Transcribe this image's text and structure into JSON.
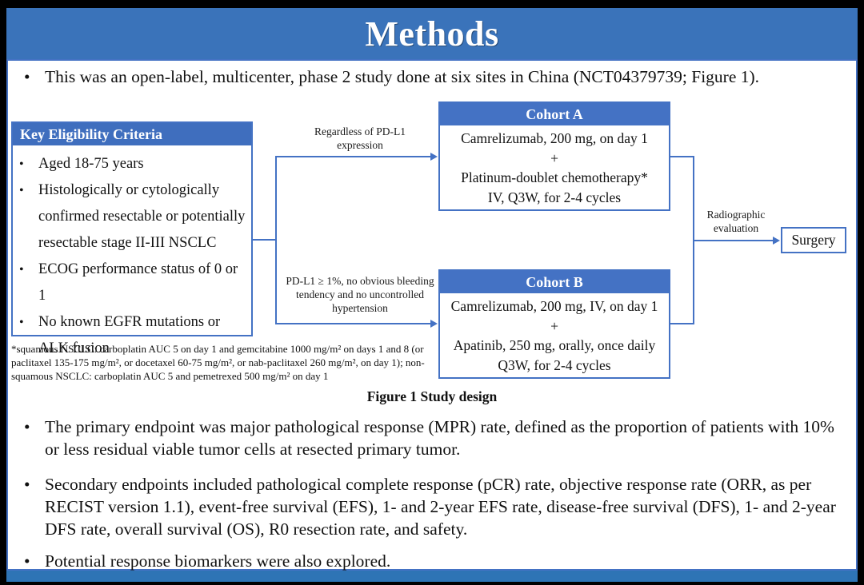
{
  "glyphs": {
    "bullet": "•"
  },
  "colors": {
    "background": "#000000",
    "title_bar": "#3a73ba",
    "box_header": "#4472c4",
    "line": "#4472c4",
    "footer_bar": "#2e74b5"
  },
  "slide": {
    "title": "Methods",
    "bullets": {
      "intro": "This was an open-label, multicenter, phase 2 study done at six sites in China (NCT04379739; Figure 1).",
      "primary": "The primary endpoint was major pathological response (MPR) rate, defined as the proportion of patients with 10% or less residual viable tumor cells at resected primary tumor.",
      "secondary": "Secondary endpoints included pathological complete response (pCR) rate, objective response rate (ORR, as per RECIST version 1.1), event-free survival (EFS), 1- and 2-year EFS rate, disease-free survival (DFS), 1- and 2-year DFS rate, overall survival (OS), R0 resection rate, and safety.",
      "biomarkers": "Potential response biomarkers were also explored."
    }
  },
  "figure": {
    "caption": "Figure 1 Study design",
    "eligibility": {
      "header": "Key Eligibility Criteria",
      "items": [
        "Aged 18-75 years",
        "Histologically or cytologically confirmed resectable or potentially resectable stage II-III NSCLC",
        "ECOG performance status of 0 or 1",
        "No known EGFR mutations or ALK fusion"
      ]
    },
    "cohort_a": {
      "header": "Cohort A",
      "lines": [
        "Camrelizumab, 200 mg, on day 1",
        "+",
        "Platinum-doublet chemotherapy*",
        "IV, Q3W, for 2-4 cycles"
      ]
    },
    "cohort_b": {
      "header": "Cohort B",
      "lines": [
        "Camrelizumab, 200 mg, IV, on day 1",
        "+",
        "Apatinib, 250 mg, orally, once daily",
        "Q3W, for 2-4 cycles"
      ]
    },
    "branch_labels": {
      "to_cohort_a": "Regardless of PD-L1 expression",
      "to_cohort_b": "PD-L1 ≥ 1%, no obvious bleeding tendency and no uncontrolled hypertension",
      "to_surgery": "Radiographic evaluation"
    },
    "surgery_label": "Surgery",
    "footnote": "*squamous NSCLC: carboplatin AUC 5 on day 1 and gemcitabine 1000 mg/m² on days 1 and 8 (or paclitaxel 135-175 mg/m², or docetaxel 60-75 mg/m², or nab-paclitaxel 260 mg/m², on day 1); non-squamous NSCLC: carboplatin AUC 5 and pemetrexed 500 mg/m² on day 1"
  }
}
